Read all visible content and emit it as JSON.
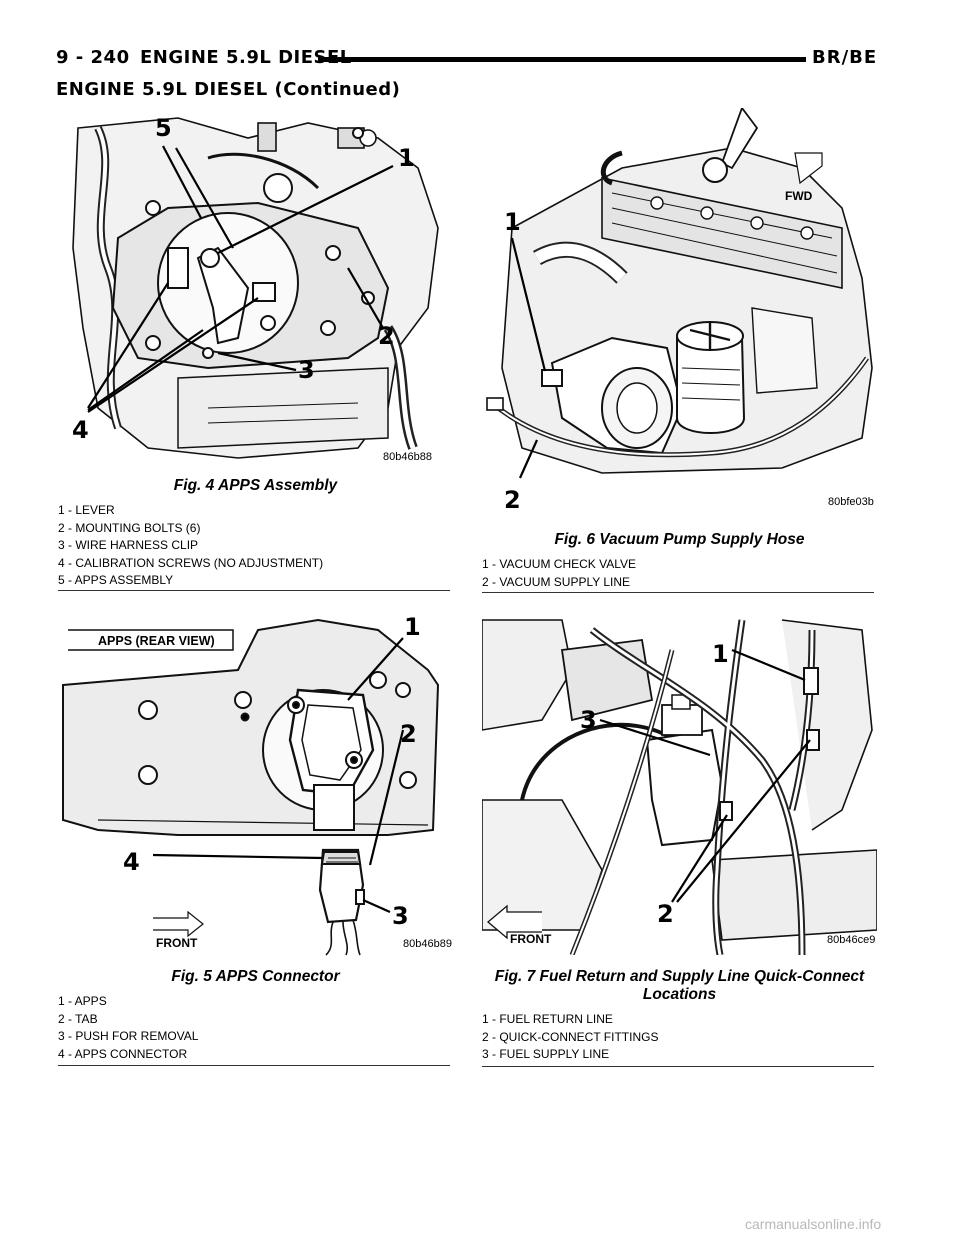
{
  "header": {
    "page_number": "9 - 240",
    "title": "ENGINE 5.9L DIESEL",
    "model": "BR/BE",
    "continued": "ENGINE 5.9L DIESEL (Continued)"
  },
  "figures": [
    {
      "caption": "Fig. 4 APPS Assembly",
      "code": "80b46b88",
      "callouts": [
        "5",
        "1",
        "2",
        "3",
        "4"
      ],
      "legend": [
        "1 - LEVER",
        "2 - MOUNTING BOLTS (6)",
        "3 - WIRE HARNESS CLIP",
        "4 - CALIBRATION SCREWS (NO ADJUSTMENT)",
        "5 - APPS ASSEMBLY"
      ]
    },
    {
      "caption": "Fig. 5 APPS Connector",
      "code": "80b46b89",
      "label": "APPS (REAR VIEW)",
      "front_label": "FRONT",
      "callouts": [
        "1",
        "2",
        "3",
        "4"
      ],
      "legend": [
        "1 - APPS",
        "2 - TAB",
        "3 - PUSH FOR REMOVAL",
        "4 - APPS CONNECTOR"
      ]
    },
    {
      "caption": "Fig. 6 Vacuum Pump Supply Hose",
      "code": "80bfe03b",
      "fwd_label": "FWD",
      "callouts": [
        "1",
        "2"
      ],
      "legend": [
        "1 - VACUUM CHECK VALVE",
        "2 - VACUUM SUPPLY LINE"
      ]
    },
    {
      "caption_line1": "Fig. 7 Fuel Return and Supply Line Quick-Connect",
      "caption_line2": "Locations",
      "code": "80b46ce9",
      "front_label": "FRONT",
      "callouts": [
        "1",
        "3",
        "2"
      ],
      "legend": [
        "1 - FUEL RETURN LINE",
        "2 - QUICK-CONNECT FITTINGS",
        "3 - FUEL SUPPLY LINE"
      ]
    }
  ],
  "watermark": "carmanualsonline.info"
}
